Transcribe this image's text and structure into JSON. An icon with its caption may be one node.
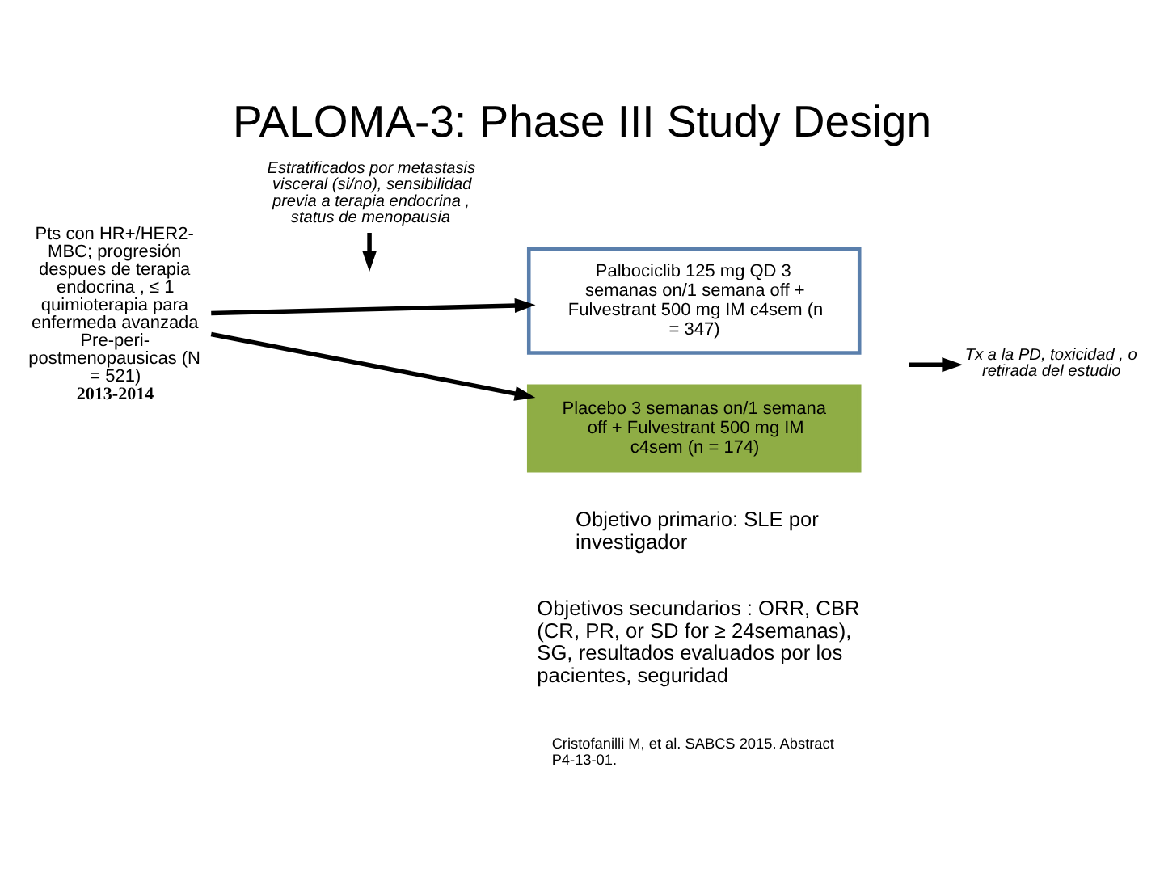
{
  "diagram": {
    "title": "PALOMA-3: Phase III Study Design",
    "nodes": [
      {
        "text": [
          "Estratificados por metastasis visceral (si/no), sensibilidad previa a terapia endocrina , status de menopausia"
        ]
      },
      {
        "text": [
          "Pts con HR+/HER2- MBC; progresión despues de terapia endocrina , ≤ 1 quimioterapia para enfermeda avanzada Pre-peri- postmenopausicas (N = 521)",
          "2013-2014"
        ]
      },
      {
        "text": [
          "Palbociclib 125 mg QD 3 semanas on/1 semana off + Fulvestrant 500 mg IM c4sem (n = 347)"
        ]
      },
      {
        "text": [
          "Placebo 3 semanas on/1 semana off + Fulvestrant 500 mg IM c4sem (n = 174)"
        ]
      },
      {
        "text": [
          "Tx a la PD, toxicidad , o retirada del estudio"
        ]
      }
    ],
    "edges": [
      {
        "from": 0,
        "to": null,
        "arrow": "to"
      },
      {
        "from": 1,
        "to": 2,
        "arrow": "to"
      },
      {
        "from": 1,
        "to": 3,
        "arrow": "to"
      },
      {
        "from": null,
        "to": 4,
        "arrow": "to"
      }
    ],
    "labels": [
      "Objetivo primario: SLE por investigador",
      "Objetivos secundarios : ORR, CBR (CR, PR, or SD for ≥ 24semanas), SG, resultados evaluados por los pacientes, seguridad",
      "Cristofanilli M, et al. SABCS 2015. Abstract P4-13-01."
    ]
  }
}
